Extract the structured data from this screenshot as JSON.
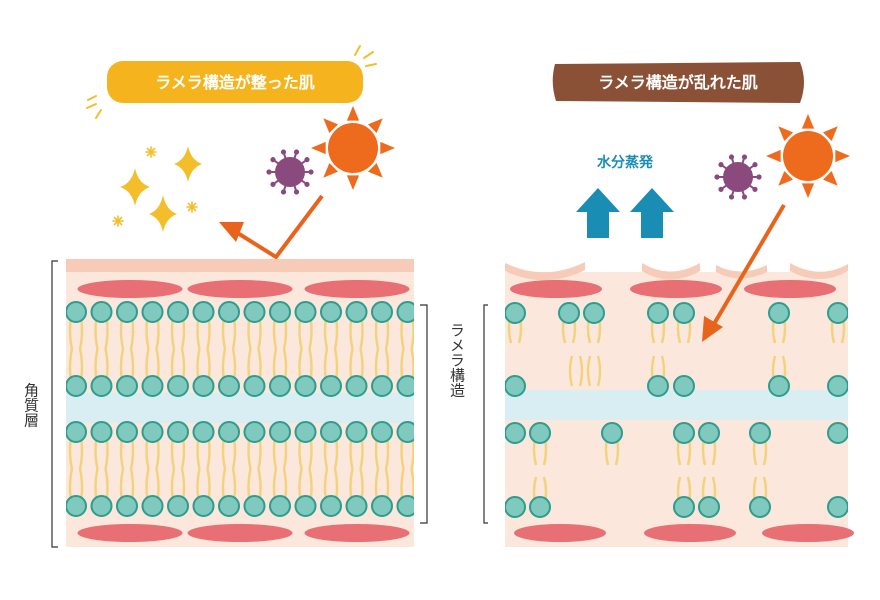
{
  "left_panel": {
    "title": "ラメラ構造が整った肌",
    "label_vertical": "角質層"
  },
  "right_panel": {
    "title": "ラメラ構造が乱れた肌",
    "label_vertical": "ラメラ構造",
    "evaporation_label": "水分蒸発"
  },
  "colors": {
    "good_banner": "#F5B31E",
    "bad_banner": "#8A5137",
    "skin_bg": "#FBE7DB",
    "top_layer": "#F6CBB7",
    "red_cell": "#E86F73",
    "lipid_head": "#7FC9BE",
    "lipid_head_stroke": "#2E9C8E",
    "lipid_tail": "#F3D27C",
    "water_band": "#D9EEF2",
    "sun": "#EE6A1C",
    "arrow": "#E8641C",
    "virus": "#8A4A7E",
    "sparkle": "#F3BE2A",
    "water_arrow": "#1A8DB5"
  }
}
